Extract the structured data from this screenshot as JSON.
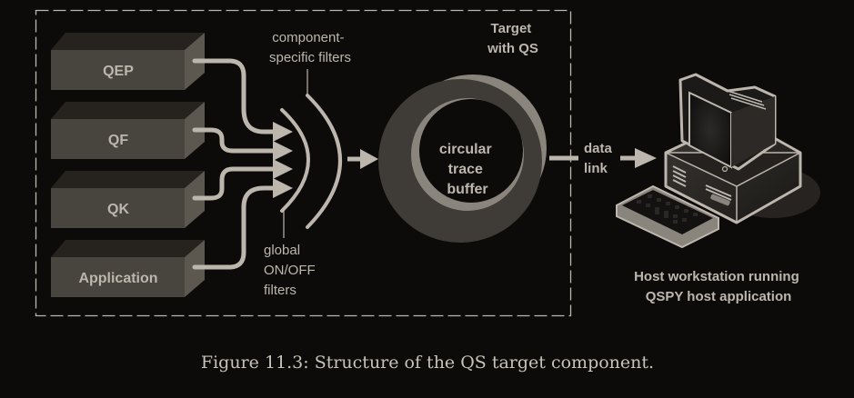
{
  "diagram": {
    "boundary_label": [
      "Target",
      "with QS"
    ],
    "sources": [
      {
        "label": "QEP"
      },
      {
        "label": "QF"
      },
      {
        "label": "QK"
      },
      {
        "label": "Application"
      }
    ],
    "component_filter_label": [
      "component-",
      "specific filters"
    ],
    "global_filter_label": [
      "global",
      "ON/OFF",
      "filters"
    ],
    "buffer_label": [
      "circular",
      "trace",
      "buffer"
    ],
    "link_label": [
      "data",
      "link"
    ],
    "host_label": [
      "Host workstation running",
      "QSPY host application"
    ]
  },
  "caption": "Figure 11.3: Structure of the QS target component.",
  "colors": {
    "background": "#0d0b0a",
    "line": "#bcb6ad",
    "box_front": "#48443e",
    "box_top": "#26231f",
    "box_side": "#5c5850",
    "ring_dark": "#3f3c38",
    "ring_light": "#8a857c"
  }
}
